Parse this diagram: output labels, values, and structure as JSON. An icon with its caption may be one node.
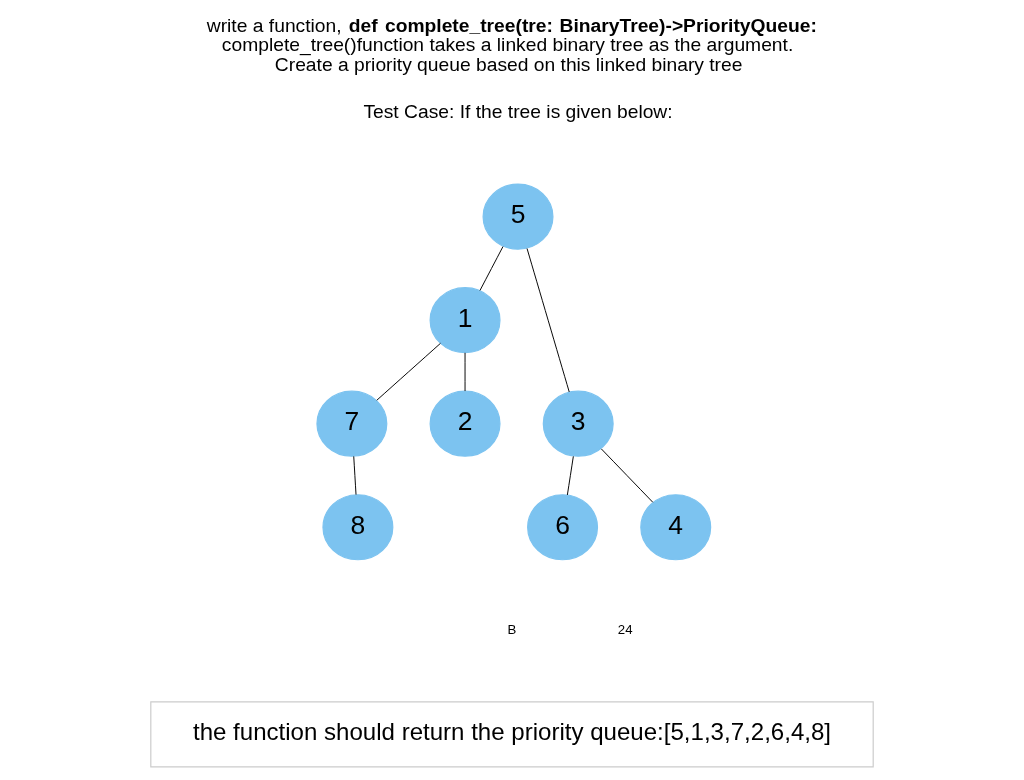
{
  "diagram": {
    "title": "write a function, **def complete_tree(tre: BinaryTree)->PriorityQueue:** complete_tree()function takes a linked binary tree as the argument. Create a priority queue based on this linked binary tree",
    "nodes": [
      {
        "text": [
          "5"
        ]
      },
      {
        "text": [
          "1"
        ]
      },
      {
        "text": [
          "3"
        ]
      },
      {
        "text": [
          "7"
        ]
      },
      {
        "text": [
          "2"
        ]
      },
      {
        "text": [
          "6"
        ]
      },
      {
        "text": [
          "4"
        ]
      },
      {
        "text": [
          "8"
        ]
      }
    ],
    "edges": [
      {
        "from": 0,
        "to": 1,
        "arrow": "none"
      },
      {
        "from": 0,
        "to": 2,
        "arrow": "none"
      },
      {
        "from": 1,
        "to": 3,
        "arrow": "none"
      },
      {
        "from": 1,
        "to": 4,
        "arrow": "none"
      },
      {
        "from": 2,
        "to": 5,
        "arrow": "none"
      },
      {
        "from": 2,
        "to": 6,
        "arrow": "none"
      },
      {
        "from": 3,
        "to": 7,
        "arrow": "none"
      }
    ],
    "labels": [
      "Test Case: If the tree is given below:",
      "B",
      "24",
      "the function should return the priority queue:[5,1,3,7,2,6,4,8]"
    ]
  }
}
